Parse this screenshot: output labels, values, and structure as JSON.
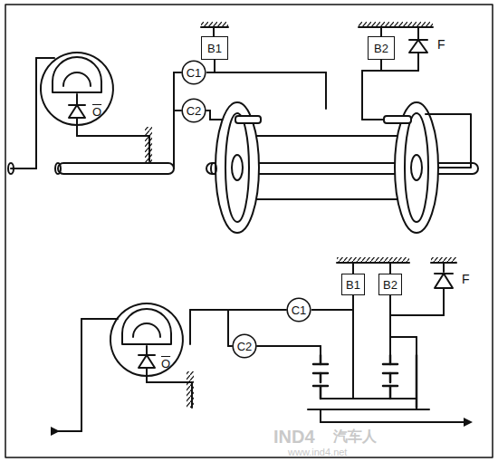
{
  "diagram": {
    "nodes": [
      {
        "text": [
          "B1"
        ]
      },
      {
        "text": [
          "B2"
        ]
      },
      {
        "text": [
          "C1"
        ]
      },
      {
        "text": [
          "C2"
        ]
      },
      {
        "text": [
          "B1"
        ]
      },
      {
        "text": [
          "B2"
        ]
      },
      {
        "text": [
          "C1"
        ]
      },
      {
        "text": [
          "C2"
        ]
      }
    ],
    "edges": [
      {
        "from": 2,
        "to": 0,
        "arrow": "none"
      },
      {
        "from": 6,
        "to": 4,
        "arrow": "none"
      }
    ],
    "labels": [
      "F",
      "O",
      "F",
      "O",
      "IND4",
      "汽车人",
      "www.ind4.net"
    ]
  }
}
